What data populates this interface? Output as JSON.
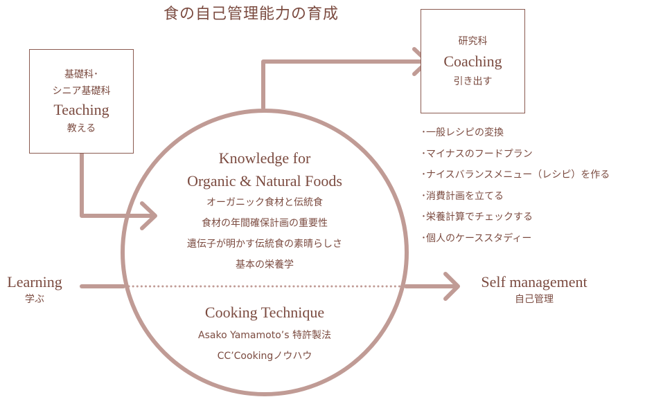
{
  "title": "食の自己管理能力の育成",
  "teaching_box": {
    "line1": "基礎科･",
    "line2": "シニア基礎科",
    "en": "Teaching",
    "jp": "教える"
  },
  "coaching_box": {
    "line1": "研究科",
    "en": "Coaching",
    "jp": "引き出す"
  },
  "coaching_items": [
    "･一般レシピの変換",
    "･マイナスのフードプラン",
    "･ナイスバランスメニュー（レシピ）を作る",
    "･消費計画を立てる",
    "･栄養計算でチェックする",
    "･個人のケーススタディー"
  ],
  "circle": {
    "knowledge_title_1": "Knowledge for",
    "knowledge_title_2": "Organic & Natural Foods",
    "knowledge_items": [
      "オーガニック食材と伝統食",
      "食材の年間確保計画の重要性",
      "遺伝子が明かす伝統食の素晴らしさ",
      "基本の栄養学"
    ],
    "cooking_title": "Cooking Technique",
    "cooking_items": [
      "Asako Yamamoto’s 特許製法",
      "CC’Cookingノウハウ"
    ]
  },
  "learning": {
    "en": "Learning",
    "jp": "学ぶ"
  },
  "self_management": {
    "en": "Self management",
    "jp": "自己管理"
  },
  "colors": {
    "text": "#7b4b40",
    "line": "#c09b95",
    "border": "#8a5a50"
  }
}
